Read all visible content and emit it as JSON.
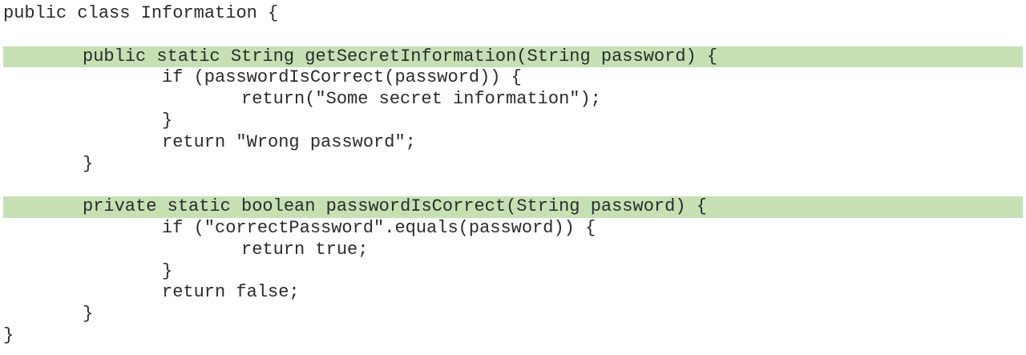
{
  "code": {
    "highlight_color": "#c6e0b4",
    "lines": [
      {
        "text": "public class Information {",
        "indent": 0,
        "highlight": false
      },
      {
        "text": "",
        "indent": 0,
        "highlight": false
      },
      {
        "text": "public static String getSecretInformation(String password) {",
        "indent": 1,
        "highlight": true
      },
      {
        "text": "if (passwordIsCorrect(password)) {",
        "indent": 2,
        "highlight": false
      },
      {
        "text": "return(\"Some secret information\");",
        "indent": 3,
        "highlight": false
      },
      {
        "text": "}",
        "indent": 2,
        "highlight": false
      },
      {
        "text": "return \"Wrong password\";",
        "indent": 2,
        "highlight": false
      },
      {
        "text": "}",
        "indent": 1,
        "highlight": false
      },
      {
        "text": "",
        "indent": 0,
        "highlight": false
      },
      {
        "text": "private static boolean passwordIsCorrect(String password) {",
        "indent": 1,
        "highlight": true
      },
      {
        "text": "if (\"correctPassword\".equals(password)) {",
        "indent": 2,
        "highlight": false
      },
      {
        "text": "return true;",
        "indent": 3,
        "highlight": false
      },
      {
        "text": "}",
        "indent": 2,
        "highlight": false
      },
      {
        "text": "return false;",
        "indent": 2,
        "highlight": false
      },
      {
        "text": "}",
        "indent": 1,
        "highlight": false
      },
      {
        "text": "}",
        "indent": 0,
        "highlight": false
      }
    ]
  }
}
